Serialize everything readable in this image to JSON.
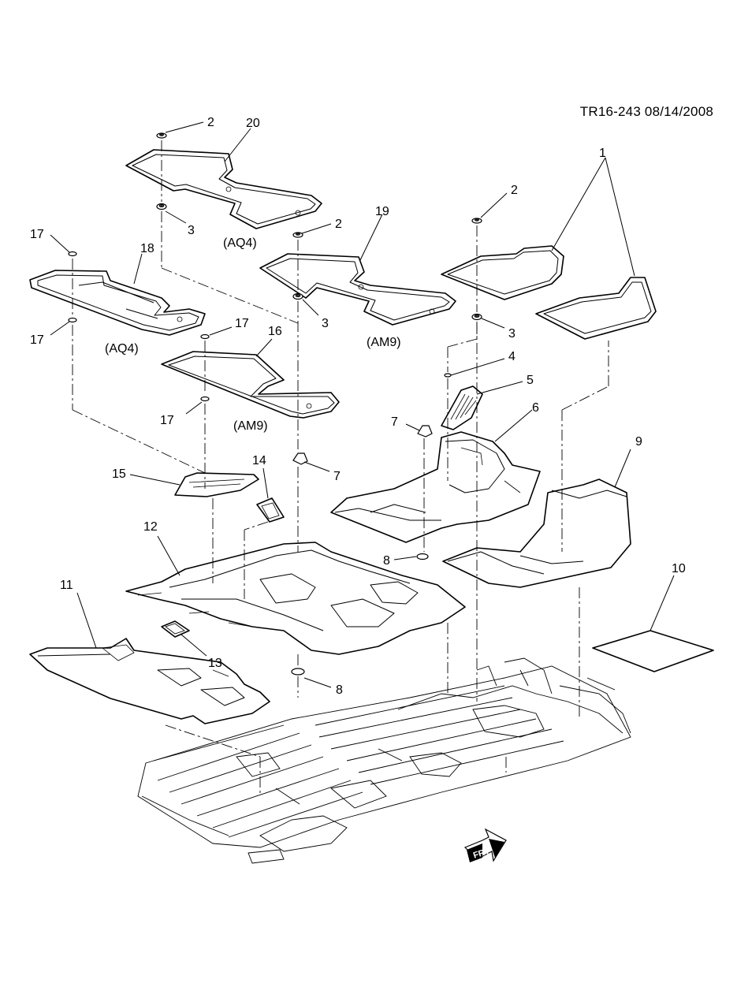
{
  "header": {
    "reference": "TR16-243  08/14/2008"
  },
  "callouts": [
    {
      "id": "c-1",
      "text": "1"
    },
    {
      "id": "c-2a",
      "text": "2"
    },
    {
      "id": "c-2b",
      "text": "2"
    },
    {
      "id": "c-2c",
      "text": "2"
    },
    {
      "id": "c-3a",
      "text": "3"
    },
    {
      "id": "c-3b",
      "text": "3"
    },
    {
      "id": "c-3c",
      "text": "3"
    },
    {
      "id": "c-4",
      "text": "4"
    },
    {
      "id": "c-5",
      "text": "5"
    },
    {
      "id": "c-6",
      "text": "6"
    },
    {
      "id": "c-7a",
      "text": "7"
    },
    {
      "id": "c-7b",
      "text": "7"
    },
    {
      "id": "c-8a",
      "text": "8"
    },
    {
      "id": "c-8b",
      "text": "8"
    },
    {
      "id": "c-9",
      "text": "9"
    },
    {
      "id": "c-10",
      "text": "10"
    },
    {
      "id": "c-11",
      "text": "11"
    },
    {
      "id": "c-12",
      "text": "12"
    },
    {
      "id": "c-13",
      "text": "13"
    },
    {
      "id": "c-14",
      "text": "14"
    },
    {
      "id": "c-15",
      "text": "15"
    },
    {
      "id": "c-16",
      "text": "16"
    },
    {
      "id": "c-17a",
      "text": "17"
    },
    {
      "id": "c-17b",
      "text": "17"
    },
    {
      "id": "c-17c",
      "text": "17"
    },
    {
      "id": "c-17d",
      "text": "17"
    },
    {
      "id": "c-18",
      "text": "18"
    },
    {
      "id": "c-19",
      "text": "19"
    },
    {
      "id": "c-20",
      "text": "20"
    }
  ],
  "option_notes": [
    {
      "id": "n-aq4-top",
      "text": "(AQ4)"
    },
    {
      "id": "n-aq4-left",
      "text": "(AQ4)"
    },
    {
      "id": "n-am9-mid",
      "text": "(AM9)"
    },
    {
      "id": "n-am9-left",
      "text": "(AM9)"
    }
  ],
  "front_arrow": {
    "text": "FRT",
    "icon": "front-arrow-icon"
  }
}
